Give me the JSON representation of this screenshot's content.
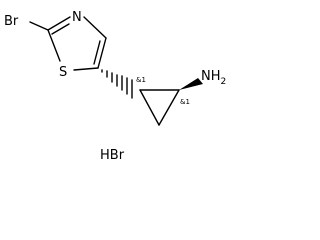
{
  "molecule": {
    "atoms": {
      "br": "Br",
      "n": "N",
      "s": "S",
      "nh2_main": "NH",
      "nh2_sub": "2"
    },
    "stereo_labels": [
      "&1",
      "&1"
    ],
    "salt": "HBr"
  }
}
